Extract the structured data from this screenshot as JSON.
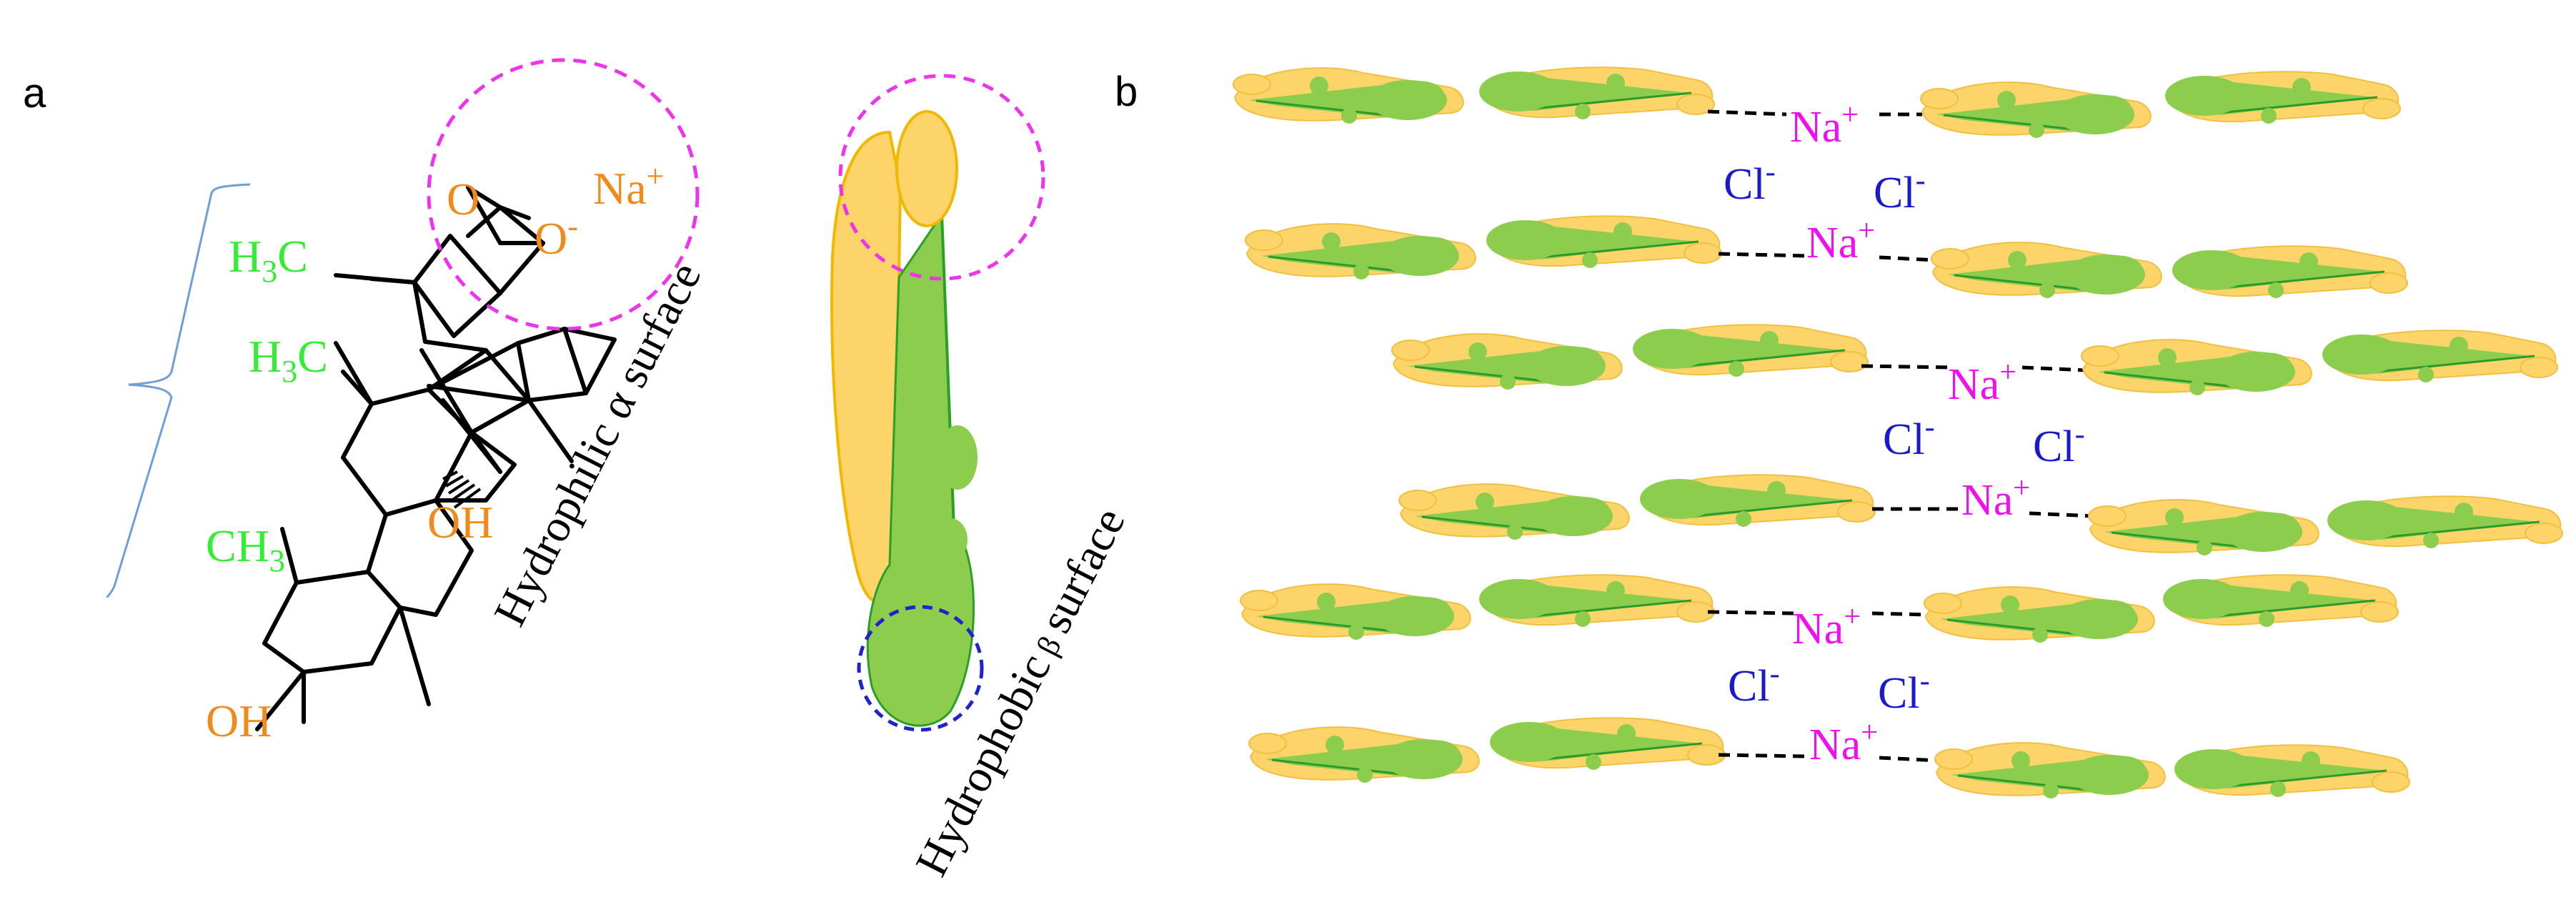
{
  "panels": {
    "a": "a",
    "b": "b"
  },
  "molecule": {
    "groups": {
      "methyl_top": "H",
      "methyl_top_sub": "3",
      "methyl_top_c": "C",
      "methyl_mid": "H",
      "methyl_mid_sub": "3",
      "methyl_mid_c": "C",
      "methyl_low": "CH",
      "methyl_low_sub": "3",
      "oh_right": "OH",
      "oh_bottom": "OH",
      "carbonyl_o": "O",
      "carboxylate_o": "O",
      "carboxylate_charge": "-",
      "sodium": "Na",
      "sodium_charge": "+"
    }
  },
  "surfaces": {
    "hydrophilic": "Hydrophilic α surface",
    "hydrophobic_word": "Hydrophobic",
    "hydrophobic_beta": "β",
    "hydrophobic_suffix": "surface"
  },
  "ions": {
    "sodium": "Na",
    "sodium_charge": "+",
    "chloride": "Cl",
    "chloride_charge": "-"
  },
  "colors": {
    "yellow": "#fdd46a",
    "green": "#8dcd4e",
    "sodium": "#ee11ee",
    "chloride": "#1a1acc",
    "methyl": "#33ee33",
    "polar": "#f08a1a",
    "circle_hydrophilic": "#ee33ee",
    "circle_hydrophobic": "#2222cc",
    "brace": "#6f9ed8"
  }
}
